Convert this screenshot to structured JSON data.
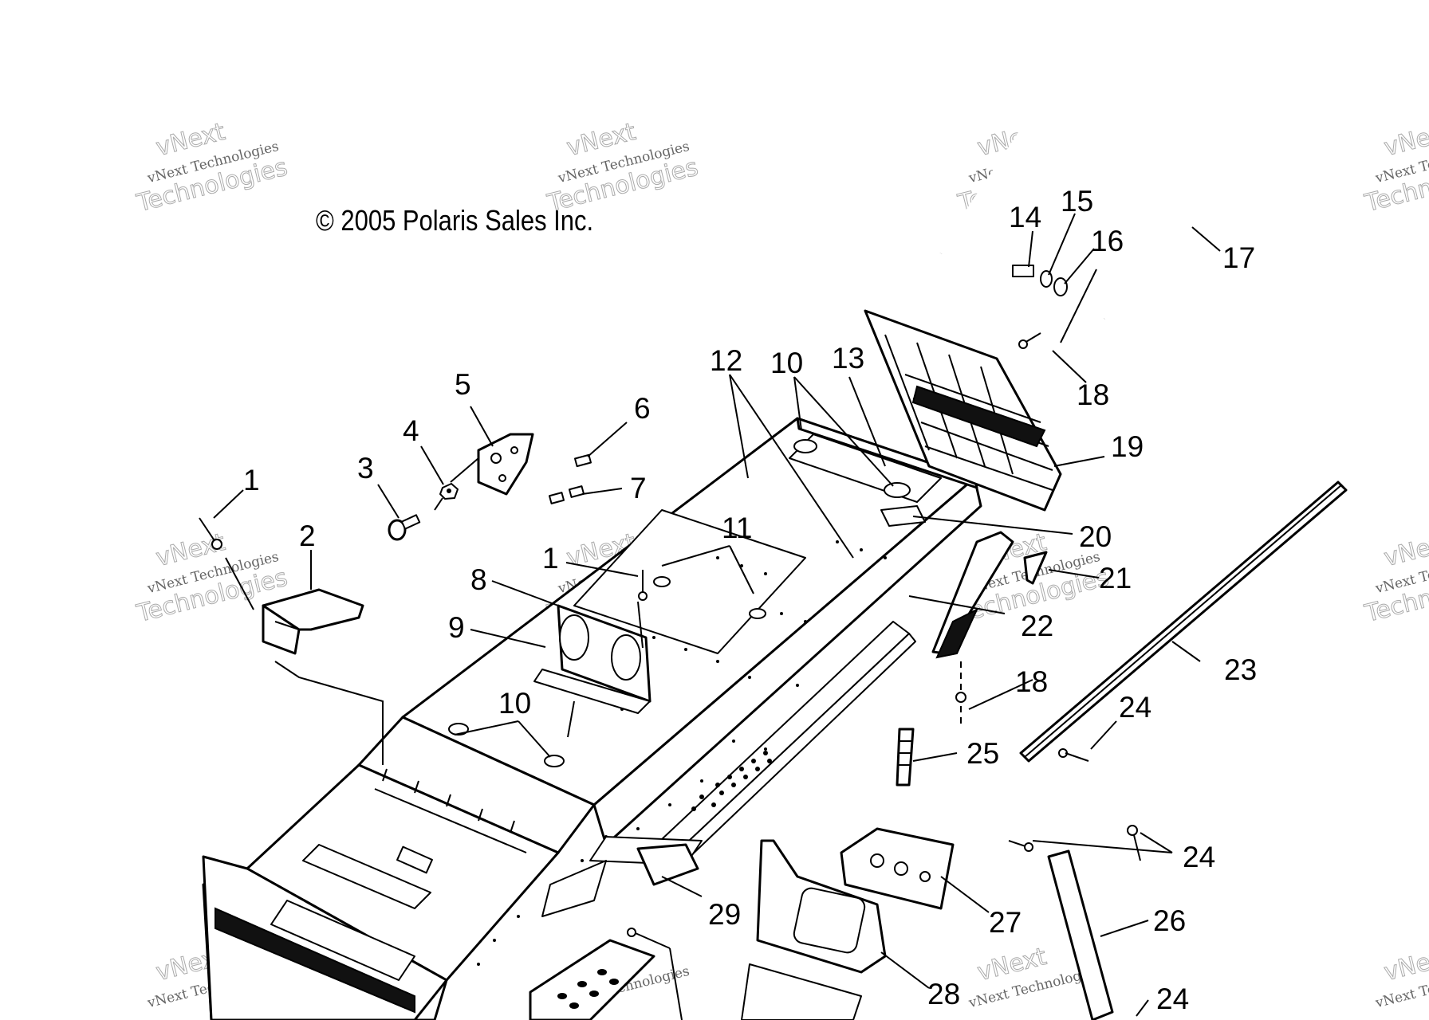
{
  "copyright": "© 2005 Polaris Sales Inc.",
  "watermark": {
    "line1": "vNext",
    "line2": "vNext Technologies",
    "line3": "Technologies"
  },
  "callouts": [
    "1",
    "2",
    "3",
    "4",
    "5",
    "6",
    "7",
    "1",
    "8",
    "9",
    "10",
    "11",
    "12",
    "10",
    "13",
    "14",
    "15",
    "16",
    "17",
    "18",
    "19",
    "20",
    "21",
    "22",
    "23",
    "18",
    "24",
    "25",
    "24",
    "26",
    "27",
    "28",
    "29",
    "24"
  ]
}
